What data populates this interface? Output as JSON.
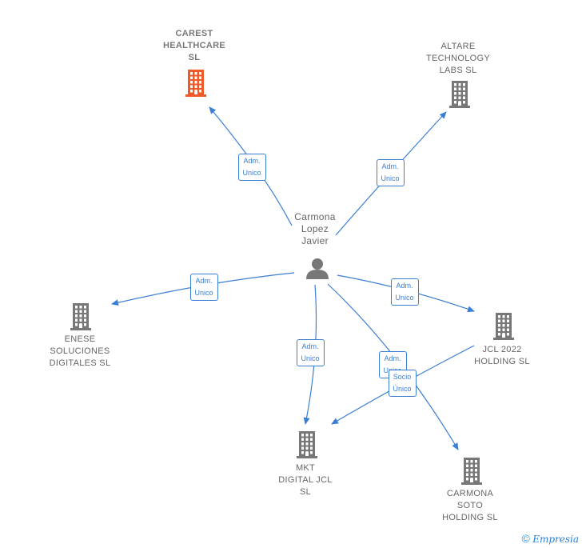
{
  "colors": {
    "edge": "#3b7fd4",
    "building": "#777777",
    "building_highlight": "#f05a28",
    "person": "#777777"
  },
  "center": {
    "name_lines": [
      "Carmona",
      "Lopez",
      "Javier"
    ],
    "icon": "person-icon"
  },
  "companies": [
    {
      "id": "carest",
      "name_lines": [
        "CAREST",
        "HEALTHCARE",
        "SL"
      ],
      "icon": "building-icon",
      "highlight": true
    },
    {
      "id": "altare",
      "name_lines": [
        "ALTARE",
        "TECHNOLOGY",
        "LABS  SL"
      ],
      "icon": "building-icon",
      "highlight": false
    },
    {
      "id": "enese",
      "name_lines": [
        "ENESE",
        "SOLUCIONES",
        "DIGITALES  SL"
      ],
      "icon": "building-icon",
      "highlight": false
    },
    {
      "id": "jcl",
      "name_lines": [
        "JCL 2022",
        "HOLDING  SL"
      ],
      "icon": "building-icon",
      "highlight": false
    },
    {
      "id": "mkt",
      "name_lines": [
        "MKT",
        "DIGITAL JCL",
        "SL"
      ],
      "icon": "building-icon",
      "highlight": false
    },
    {
      "id": "carmona_soto",
      "name_lines": [
        "CARMONA",
        "SOTO",
        "HOLDING  SL"
      ],
      "icon": "building-icon",
      "highlight": false
    }
  ],
  "edges": [
    {
      "from": "center",
      "to": "carest",
      "label_lines": [
        "Adm.",
        "Unico"
      ]
    },
    {
      "from": "center",
      "to": "altare",
      "label_lines": [
        "Adm.",
        "Unico"
      ]
    },
    {
      "from": "center",
      "to": "enese",
      "label_lines": [
        "Adm.",
        "Unico"
      ]
    },
    {
      "from": "center",
      "to": "jcl",
      "label_lines": [
        "Adm.",
        "Unico"
      ]
    },
    {
      "from": "center",
      "to": "mkt",
      "label_lines": [
        "Adm.",
        "Unico"
      ]
    },
    {
      "from": "center",
      "to": "carmona_soto",
      "label_lines": [
        "Adm.",
        "Unico"
      ]
    },
    {
      "from": "jcl",
      "to": "mkt",
      "label_lines": [
        "Socio",
        "Único"
      ]
    }
  ],
  "footer": {
    "copyright_symbol": "©",
    "brand": "Empresia"
  }
}
